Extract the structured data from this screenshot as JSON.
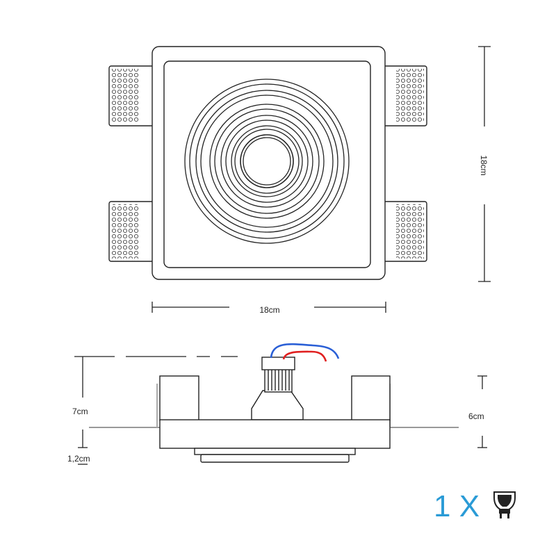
{
  "top_view": {
    "width_label": "18cm",
    "height_label": "18cm"
  },
  "side_view": {
    "total_height_label": "7cm",
    "flange_label": "1,2cm",
    "body_height_label": "6cm",
    "wire_colors": {
      "blue": "#2a5fd6",
      "red": "#e02020"
    }
  },
  "bulb_count": {
    "text": "1 X",
    "icon": "gu10-bulb-icon",
    "color": "#2a9bd6"
  }
}
